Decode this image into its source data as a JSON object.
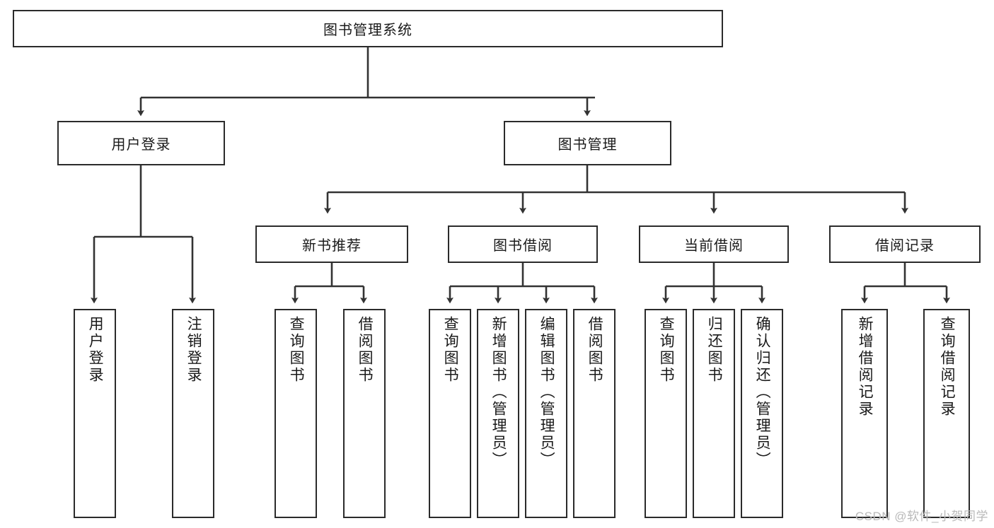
{
  "diagram": {
    "type": "hierarchy-tree",
    "title": "图书管理系统",
    "watermark": "CSDN @软件_小贺同学",
    "colors": {
      "box_border": "#2b2b2b",
      "box_fill": "#ffffff",
      "connector": "#333333",
      "text": "#1a1a1a",
      "watermark": "#b9b9b9"
    },
    "root": {
      "label": "图书管理系统",
      "children": [
        {
          "label": "用户登录",
          "children": [
            {
              "label": "用户登录"
            },
            {
              "label": "注销登录"
            }
          ]
        },
        {
          "label": "图书管理",
          "children": [
            {
              "label": "新书推荐",
              "children": [
                {
                  "label": "查询图书"
                },
                {
                  "label": "借阅图书"
                }
              ]
            },
            {
              "label": "图书借阅",
              "children": [
                {
                  "label": "查询图书"
                },
                {
                  "label": "新增图书（管理员）"
                },
                {
                  "label": "编辑图书（管理员）"
                },
                {
                  "label": "借阅图书"
                }
              ]
            },
            {
              "label": "当前借阅",
              "children": [
                {
                  "label": "查询图书"
                },
                {
                  "label": "归还图书"
                },
                {
                  "label": "确认归还（管理员）"
                }
              ]
            },
            {
              "label": "借阅记录",
              "children": [
                {
                  "label": "新增借阅记录"
                },
                {
                  "label": "查询借阅记录"
                }
              ]
            }
          ]
        }
      ]
    },
    "nodes": {
      "root": "图书管理系统",
      "user_login": "用户登录",
      "book_manage": "图书管理",
      "new_book_rec": "新书推荐",
      "book_borrow": "图书借阅",
      "current_borrow": "当前借阅",
      "borrow_record": "借阅记录",
      "leaf_user_login": "用户登录",
      "leaf_user_logout": "注销登录",
      "leaf_rec_query": "查询图书",
      "leaf_rec_borrow": "借阅图书",
      "leaf_borrow_query": "查询图书",
      "leaf_borrow_add": "新增图书（管理员）",
      "leaf_borrow_edit": "编辑图书（管理员）",
      "leaf_borrow_do": "借阅图书",
      "leaf_cur_query": "查询图书",
      "leaf_cur_return": "归还图书",
      "leaf_cur_confirm": "确认归还（管理员）",
      "leaf_rec_add": "新增借阅记录",
      "leaf_rec_search": "查询借阅记录"
    }
  }
}
